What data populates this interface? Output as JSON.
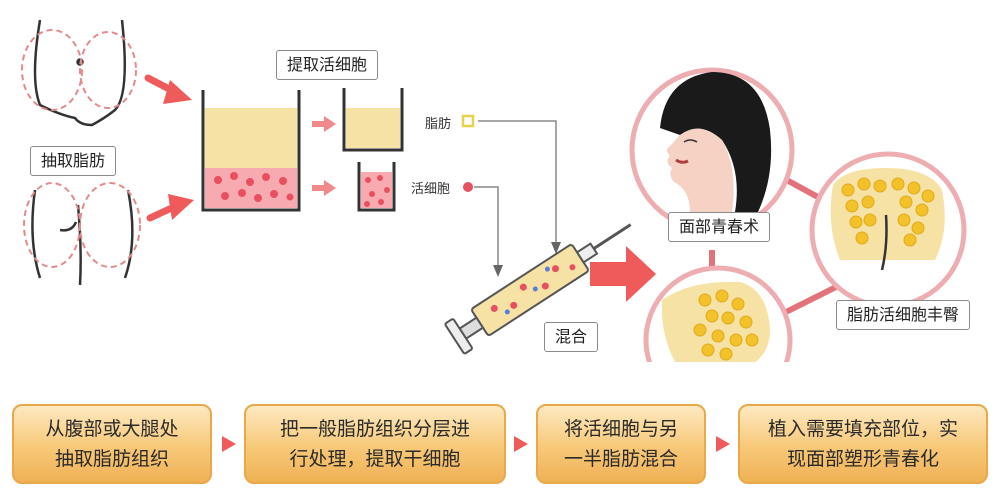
{
  "labels": {
    "extract_fat": "抽取脂肪",
    "extract_live_cells": "提取活细胞",
    "fat": "脂肪",
    "live_cells": "活细胞",
    "mix": "混合",
    "face_rejuvenation": "面部青春术",
    "buttock_augmentation": "脂肪活细胞丰臀"
  },
  "steps": [
    {
      "line1": "从腹部或大腿处",
      "line2": "抽取脂肪组织"
    },
    {
      "line1": "把一般脂肪组织分层进",
      "line2": "行处理，提取干细胞"
    },
    {
      "line1": "将活细胞与另",
      "line2": "一半脂肪混合"
    },
    {
      "line1": "植入需要填充部位，实",
      "line2": "现面部塑形青春化"
    }
  ],
  "colors": {
    "arrow": "#ef5a5a",
    "fat": "#f7e2a6",
    "cells": "#f7aab0",
    "cell_dot": "#e8505f",
    "fat_marker": "#e7d24a",
    "connector": "#e2737b"
  }
}
